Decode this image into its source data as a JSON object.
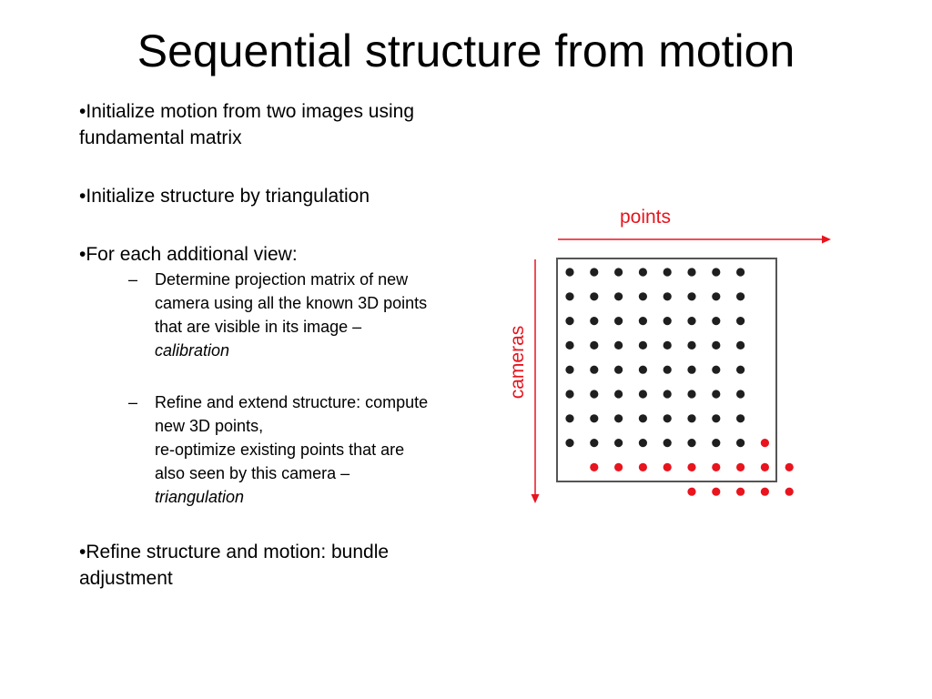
{
  "slide": {
    "title": "Sequential structure from motion",
    "bullets": [
      {
        "mark": "•",
        "lines": [
          "Initialize motion from two images using",
          "fundamental matrix"
        ]
      },
      {
        "mark": "•",
        "lines": [
          "Initialize structure by triangulation"
        ]
      },
      {
        "mark": "•",
        "lines": [
          "For each additional view:"
        ]
      },
      {
        "mark": "•",
        "lines": [
          "Refine structure and motion: bundle",
          "adjustment"
        ]
      }
    ],
    "subbullets": [
      {
        "dash": "–",
        "lines": [
          "Determine projection matrix of new",
          "camera using all the known 3D points",
          "that are visible in its image –"
        ],
        "italic": "calibration"
      },
      {
        "dash": "–",
        "lines": [
          "Refine and extend structure: compute",
          "new 3D points,",
          "re-optimize existing points that are",
          "also seen by this camera –"
        ],
        "italic": "triangulation"
      }
    ]
  },
  "diagram": {
    "points_label": "points",
    "cameras_label": "cameras",
    "colors": {
      "known": "#1f1f1f",
      "new": "#e8141e",
      "arrow": "#e8141e",
      "box": "#555555"
    },
    "grid": {
      "black_rows": 8,
      "black_cols": 8,
      "red_in_last_black_row": 1,
      "red_row_9_count": 9,
      "red_row_10_count": 5
    }
  }
}
